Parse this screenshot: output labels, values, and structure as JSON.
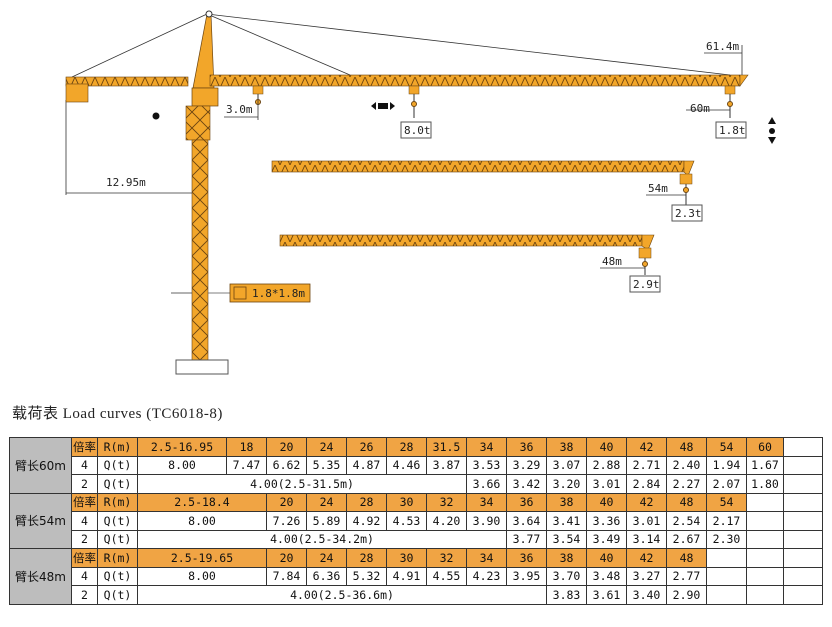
{
  "diagram": {
    "crane_color": "#f2a62a",
    "labels": {
      "jib_total": "61.4m",
      "min_radius": "3.0m",
      "trolley_load": "8.0t",
      "radius_60": "60m",
      "tip_load_60": "1.8t",
      "counter_jib": "12.95m",
      "radius_54": "54m",
      "tip_load_54": "2.3t",
      "radius_48": "48m",
      "tip_load_48": "2.9t",
      "section": "1.8*1.8m"
    }
  },
  "table_title": "载荷表 Load curves (TC6018-8)",
  "table": {
    "header_color": "#f0a444",
    "groups": [
      {
        "name": "臂长60m",
        "rows": [
          {
            "kind": "header",
            "cells": [
              {
                "t": "倍率"
              },
              {
                "t": "R(m)"
              },
              {
                "t": "2.5-16.95",
                "span": 2
              },
              {
                "t": "18"
              },
              {
                "t": "20"
              },
              {
                "t": "24"
              },
              {
                "t": "26"
              },
              {
                "t": "28"
              },
              {
                "t": "31.5"
              },
              {
                "t": "34"
              },
              {
                "t": "36"
              },
              {
                "t": "38"
              },
              {
                "t": "40"
              },
              {
                "t": "42"
              },
              {
                "t": "48"
              },
              {
                "t": "54"
              },
              {
                "t": "60"
              },
              {
                "t": ""
              }
            ]
          },
          {
            "kind": "data",
            "cells": [
              {
                "t": "4"
              },
              {
                "t": "Q(t)"
              },
              {
                "t": "8.00",
                "span": 2
              },
              {
                "t": "7.47"
              },
              {
                "t": "6.62"
              },
              {
                "t": "5.35"
              },
              {
                "t": "4.87"
              },
              {
                "t": "4.46"
              },
              {
                "t": "3.87"
              },
              {
                "t": "3.53"
              },
              {
                "t": "3.29"
              },
              {
                "t": "3.07"
              },
              {
                "t": "2.88"
              },
              {
                "t": "2.71"
              },
              {
                "t": "2.40"
              },
              {
                "t": "1.94"
              },
              {
                "t": "1.67"
              },
              {
                "t": ""
              }
            ]
          },
          {
            "kind": "data",
            "cells": [
              {
                "t": "2"
              },
              {
                "t": "Q(t)"
              },
              {
                "t": "4.00(2.5-31.5m)",
                "span": 8
              },
              {
                "t": "3.66"
              },
              {
                "t": "3.42"
              },
              {
                "t": "3.20"
              },
              {
                "t": "3.01"
              },
              {
                "t": "2.84"
              },
              {
                "t": "2.27"
              },
              {
                "t": "2.07"
              },
              {
                "t": "1.80"
              },
              {
                "t": ""
              }
            ]
          }
        ]
      },
      {
        "name": "臂长54m",
        "rows": [
          {
            "kind": "header",
            "cells": [
              {
                "t": "倍率"
              },
              {
                "t": "R(m)"
              },
              {
                "t": "2.5-18.4",
                "span": 3
              },
              {
                "t": "20"
              },
              {
                "t": "24"
              },
              {
                "t": "28"
              },
              {
                "t": "30"
              },
              {
                "t": "32"
              },
              {
                "t": "34"
              },
              {
                "t": "36"
              },
              {
                "t": "38"
              },
              {
                "t": "40"
              },
              {
                "t": "42"
              },
              {
                "t": "48"
              },
              {
                "t": "54"
              },
              {
                "t": ""
              },
              {
                "t": ""
              }
            ]
          },
          {
            "kind": "data",
            "cells": [
              {
                "t": "4"
              },
              {
                "t": "Q(t)"
              },
              {
                "t": "8.00",
                "span": 3
              },
              {
                "t": "7.26"
              },
              {
                "t": "5.89"
              },
              {
                "t": "4.92"
              },
              {
                "t": "4.53"
              },
              {
                "t": "4.20"
              },
              {
                "t": "3.90"
              },
              {
                "t": "3.64"
              },
              {
                "t": "3.41"
              },
              {
                "t": "3.36"
              },
              {
                "t": "3.01"
              },
              {
                "t": "2.54"
              },
              {
                "t": "2.17"
              },
              {
                "t": ""
              },
              {
                "t": ""
              }
            ]
          },
          {
            "kind": "data",
            "cells": [
              {
                "t": "2"
              },
              {
                "t": "Q(t)"
              },
              {
                "t": "4.00(2.5-34.2m)",
                "span": 9
              },
              {
                "t": "3.77"
              },
              {
                "t": "3.54"
              },
              {
                "t": "3.49"
              },
              {
                "t": "3.14"
              },
              {
                "t": "2.67"
              },
              {
                "t": "2.30"
              },
              {
                "t": ""
              },
              {
                "t": ""
              }
            ]
          }
        ]
      },
      {
        "name": "臂长48m",
        "rows": [
          {
            "kind": "header",
            "cells": [
              {
                "t": "倍率"
              },
              {
                "t": "R(m)"
              },
              {
                "t": "2.5-19.65",
                "span": 3
              },
              {
                "t": "20"
              },
              {
                "t": "24"
              },
              {
                "t": "28"
              },
              {
                "t": "30"
              },
              {
                "t": "32"
              },
              {
                "t": "34"
              },
              {
                "t": "36"
              },
              {
                "t": "38"
              },
              {
                "t": "40"
              },
              {
                "t": "42"
              },
              {
                "t": "48"
              },
              {
                "t": ""
              },
              {
                "t": ""
              },
              {
                "t": ""
              }
            ]
          },
          {
            "kind": "data",
            "cells": [
              {
                "t": "4"
              },
              {
                "t": "Q(t)"
              },
              {
                "t": "8.00",
                "span": 3
              },
              {
                "t": "7.84"
              },
              {
                "t": "6.36"
              },
              {
                "t": "5.32"
              },
              {
                "t": "4.91"
              },
              {
                "t": "4.55"
              },
              {
                "t": "4.23"
              },
              {
                "t": "3.95"
              },
              {
                "t": "3.70"
              },
              {
                "t": "3.48"
              },
              {
                "t": "3.27"
              },
              {
                "t": "2.77"
              },
              {
                "t": ""
              },
              {
                "t": ""
              },
              {
                "t": ""
              }
            ]
          },
          {
            "kind": "data",
            "cells": [
              {
                "t": "2"
              },
              {
                "t": "Q(t)"
              },
              {
                "t": "4.00(2.5-36.6m)",
                "span": 10
              },
              {
                "t": "3.83"
              },
              {
                "t": "3.61"
              },
              {
                "t": "3.40"
              },
              {
                "t": "2.90"
              },
              {
                "t": ""
              },
              {
                "t": ""
              },
              {
                "t": ""
              }
            ]
          }
        ]
      }
    ]
  }
}
